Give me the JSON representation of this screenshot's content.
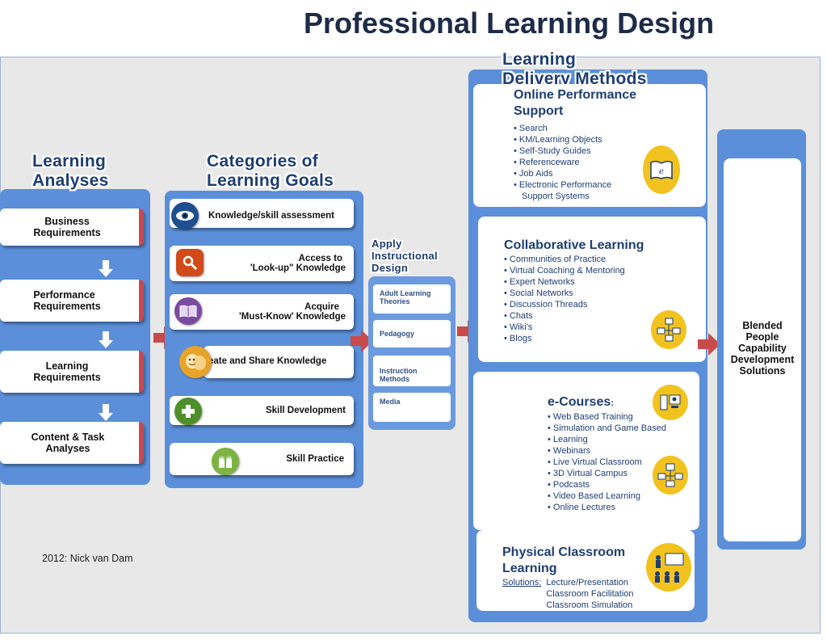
{
  "title": "Professional Learning Design",
  "analyses": {
    "badge_line1": "Learning",
    "badge_line2": "Analyses",
    "cards": [
      {
        "line1": "Business",
        "line2": "Requirements"
      },
      {
        "line1": "Performance",
        "line2": "Requirements"
      },
      {
        "line1": "Learning",
        "line2": "Requirements"
      },
      {
        "line1": "Content & Task",
        "line2": "Analyses"
      }
    ]
  },
  "goals": {
    "badge_line1": "Categories of",
    "badge_line2": "Learning Goals",
    "cards": [
      {
        "line1": "Knowledge/skill assessment",
        "line2": "",
        "icon": "eye-icon",
        "color": "#1d4f8f"
      },
      {
        "line1": "Access to",
        "line2": "'Look-up\" Knowledge",
        "icon": "lookup-icon",
        "color": "#d14a1a"
      },
      {
        "line1": "Acquire",
        "line2": "'Must-Know' Knowledge",
        "icon": "book-icon",
        "color": "#7a4ba0"
      },
      {
        "line1": "eate and Share Knowledge",
        "line2": "",
        "icon": "masks-icon",
        "color": "#e7a32a"
      },
      {
        "line1": "Skill Development",
        "line2": "",
        "icon": "puzzle-icon",
        "color": "#4f8f2a"
      },
      {
        "line1": "Skill Practice",
        "line2": "",
        "icon": "hands-icon",
        "color": "#7cb342"
      }
    ]
  },
  "instructional": {
    "badge_line1": "Apply",
    "badge_line2": "Instructional",
    "badge_line3": "Design",
    "items": [
      {
        "line1": "Adult Learning",
        "line2": "Theories"
      },
      {
        "line1": "Pedagogy",
        "line2": ""
      },
      {
        "line1": "Instruction Methods",
        "line2": ""
      },
      {
        "line1": "Media",
        "line2": ""
      }
    ]
  },
  "delivery": {
    "badge_line1": "Learning",
    "badge_line2": "Delivery Methods",
    "online": {
      "title_line1": "Online Performance",
      "title_line2": "Support",
      "items": [
        "Search",
        "KM/Learning Objects",
        "Self-Study Guides",
        "Referenceware",
        "Job Aids",
        "Electronic Performance"
      ],
      "item_cont": "Support Systems"
    },
    "collab": {
      "title": "Collaborative Learning",
      "items": [
        "Communities of Practice",
        "Virtual Coaching & Mentoring",
        "Expert Networks",
        "Social Networks",
        "Discussion Threads",
        "Chats",
        "Wiki's",
        "Blogs"
      ]
    },
    "ecourses": {
      "title": "e-Courses",
      "title_suffix": ":",
      "items": [
        "Web Based Training",
        "Simulation and Game Based",
        "Learning",
        "Webinars",
        "Live Virtual Classroom",
        "3D Virtual Campus",
        "Podcasts",
        "Video Based Learning",
        "Online Lectures"
      ]
    },
    "classroom": {
      "title_line1": "Physical Classroom",
      "title_line2": "Learning",
      "solutions_label": "Solutions:",
      "solutions": [
        "Lecture/Presentation",
        "Classroom Facilitation",
        "Classroom Simulation"
      ]
    }
  },
  "outcome": {
    "lines": [
      "Blended",
      "People",
      "Capability",
      "Development",
      "Solutions"
    ]
  },
  "footer": "2012: Nick van Dam",
  "colors": {
    "panel": "#5b8fd9",
    "arrow": "#c84a4a",
    "title": "#1d2b48"
  }
}
